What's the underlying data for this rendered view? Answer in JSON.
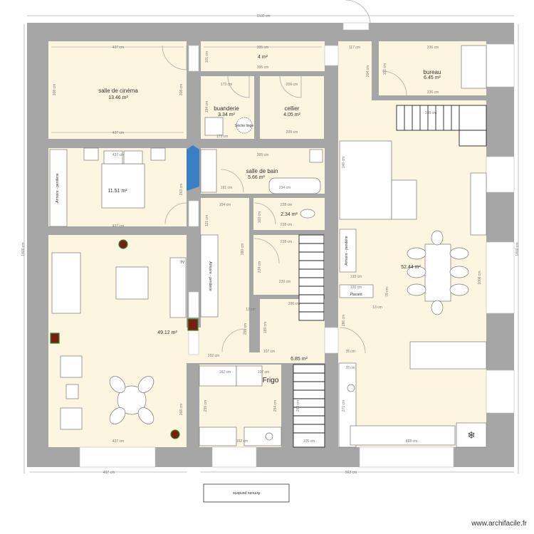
{
  "plan": {
    "overall_width": "1500 cm",
    "overall_height": "1400 cm",
    "bottom_left_width": "497 cm",
    "bottom_right_width": "963 cm",
    "colors": {
      "wall": "#a6a6a6",
      "floor": "#fcf5e0",
      "column": "#3a7fc4"
    }
  },
  "rooms": [
    {
      "name": "salle de cinéma",
      "area": "13.46 m²"
    },
    {
      "name": "",
      "area": "4 m²"
    },
    {
      "name": "buanderie",
      "area": "3.34 m²"
    },
    {
      "name": "cellier",
      "area": "4.05 m²"
    },
    {
      "name": "",
      "area": "11.51 m²"
    },
    {
      "name": "salle de bain",
      "area": "5.66 m²"
    },
    {
      "name": "",
      "area": "2.34 m²"
    },
    {
      "name": "",
      "area": "49.12 m²"
    },
    {
      "name": "",
      "area": "6.85 m²"
    },
    {
      "name": "",
      "area": "52.44 m²"
    },
    {
      "name": "bureau",
      "area": "6.45 m²"
    }
  ],
  "dimensions": {
    "cinema_width": "437 cm",
    "cinema_height": "308 cm",
    "storage_width": "395 cm",
    "storage_height": "101 cm",
    "buanderie_width": "173 cm",
    "buanderie_height": "194 cm",
    "cellier_width": "209 cm",
    "bedroom_width": "437 cm",
    "bedroom_height": "263 cm",
    "bath_width": "395 cm",
    "bath_door": "161 cm",
    "bathtub": "234 cm",
    "corridor_width": "154 cm",
    "corridor_height": "121 cm",
    "wc_width": "228 cm",
    "wc_height": "103 cm",
    "stair_room_height": "224 cm",
    "stair_room_width": "239 cm",
    "hall_height": "380 cm",
    "hall_bottom": "206 cm",
    "hall_depth": "189 cm",
    "living_width": "437 cm",
    "living_door": "202 cm",
    "living_height": "268 cm",
    "kitchen_width": "162 cm",
    "fridge_width": "107 cm",
    "kitchen_height": "255 cm",
    "kitchen_height2": "254 cm",
    "stair_width": "105 cm",
    "stair_length": "264 cm",
    "small_wall": "13 cm",
    "entry_width": "117 cm",
    "entry_height": "204 cm",
    "bureau_width": "336 cm",
    "bureau_height": "191 cm",
    "stair_right": "338 cm",
    "sofa_length": "146 cm",
    "right_height": "1006 cm",
    "closet_width": "133 cm",
    "closet_inner": "120 cm",
    "closet_height": "78 cm",
    "hall_right": "286 cm",
    "door_right": "78 cm",
    "kitchen_right_height": "271 cm",
    "kitchen_right_width": "468 cm"
  },
  "furniture": {
    "wardrobe_bedroom": "Armoire - penderie",
    "wardrobe_hall": "Armoire - penderie",
    "wardrobe_right": "Armoire - penderie",
    "fridge": "Frigo",
    "washing_machine": "Sèche linge",
    "closet_label": "Placard",
    "tv": "TV",
    "mirrored_label": "Armoire penderie"
  },
  "watermark": "www.archifacile.fr"
}
